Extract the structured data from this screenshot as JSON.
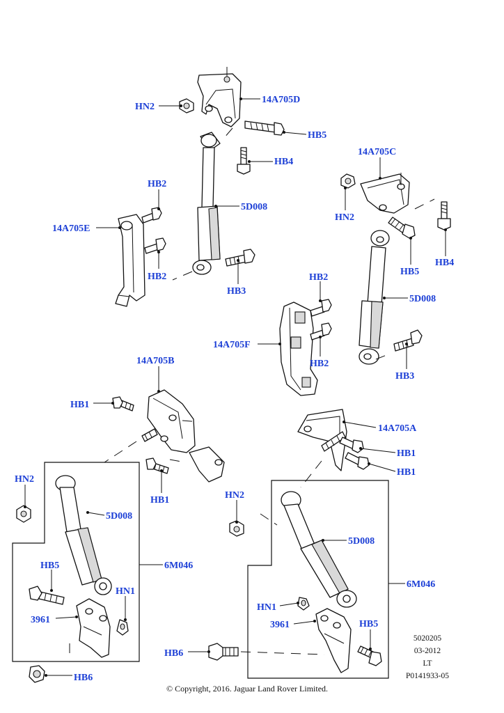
{
  "callouts": {
    "top_left": {
      "hn2": "HN2",
      "bracket_d": "14A705D",
      "hb5": "HB5",
      "hb4": "HB4",
      "hb2_upper": "HB2",
      "shock": "5D008",
      "bracket_e": "14A705E",
      "hb2_lower": "HB2",
      "hb3": "HB3"
    },
    "top_right": {
      "bracket_c": "14A705C",
      "hn2": "HN2",
      "hb5": "HB5",
      "hb4": "HB4",
      "hb2_upper": "HB2",
      "shock": "5D008",
      "bracket_f": "14A705F",
      "hb2_lower": "HB2",
      "hb3": "HB3"
    },
    "bottom_left": {
      "bracket_b": "14A705B",
      "hb1_upper": "HB1",
      "hn2": "HN2",
      "hb1_lower": "HB1",
      "shock": "5D008",
      "kit": "6M046",
      "hb5": "HB5",
      "hn1": "HN1",
      "bracket": "3961",
      "hb6": "HB6"
    },
    "bottom_right": {
      "bracket_a": "14A705A",
      "hb1_upper": "HB1",
      "hb1_lower": "HB1",
      "hn2": "HN2",
      "shock": "5D008",
      "kit": "6M046",
      "hn1": "HN1",
      "bracket": "3961",
      "hb5": "HB5",
      "hb6": "HB6"
    }
  },
  "reference": {
    "number": "5020205",
    "date": "03-2012",
    "code": "LT",
    "illustration": "P0141933-05"
  },
  "copyright": "© Copyright, 2016. Jaguar Land Rover Limited."
}
